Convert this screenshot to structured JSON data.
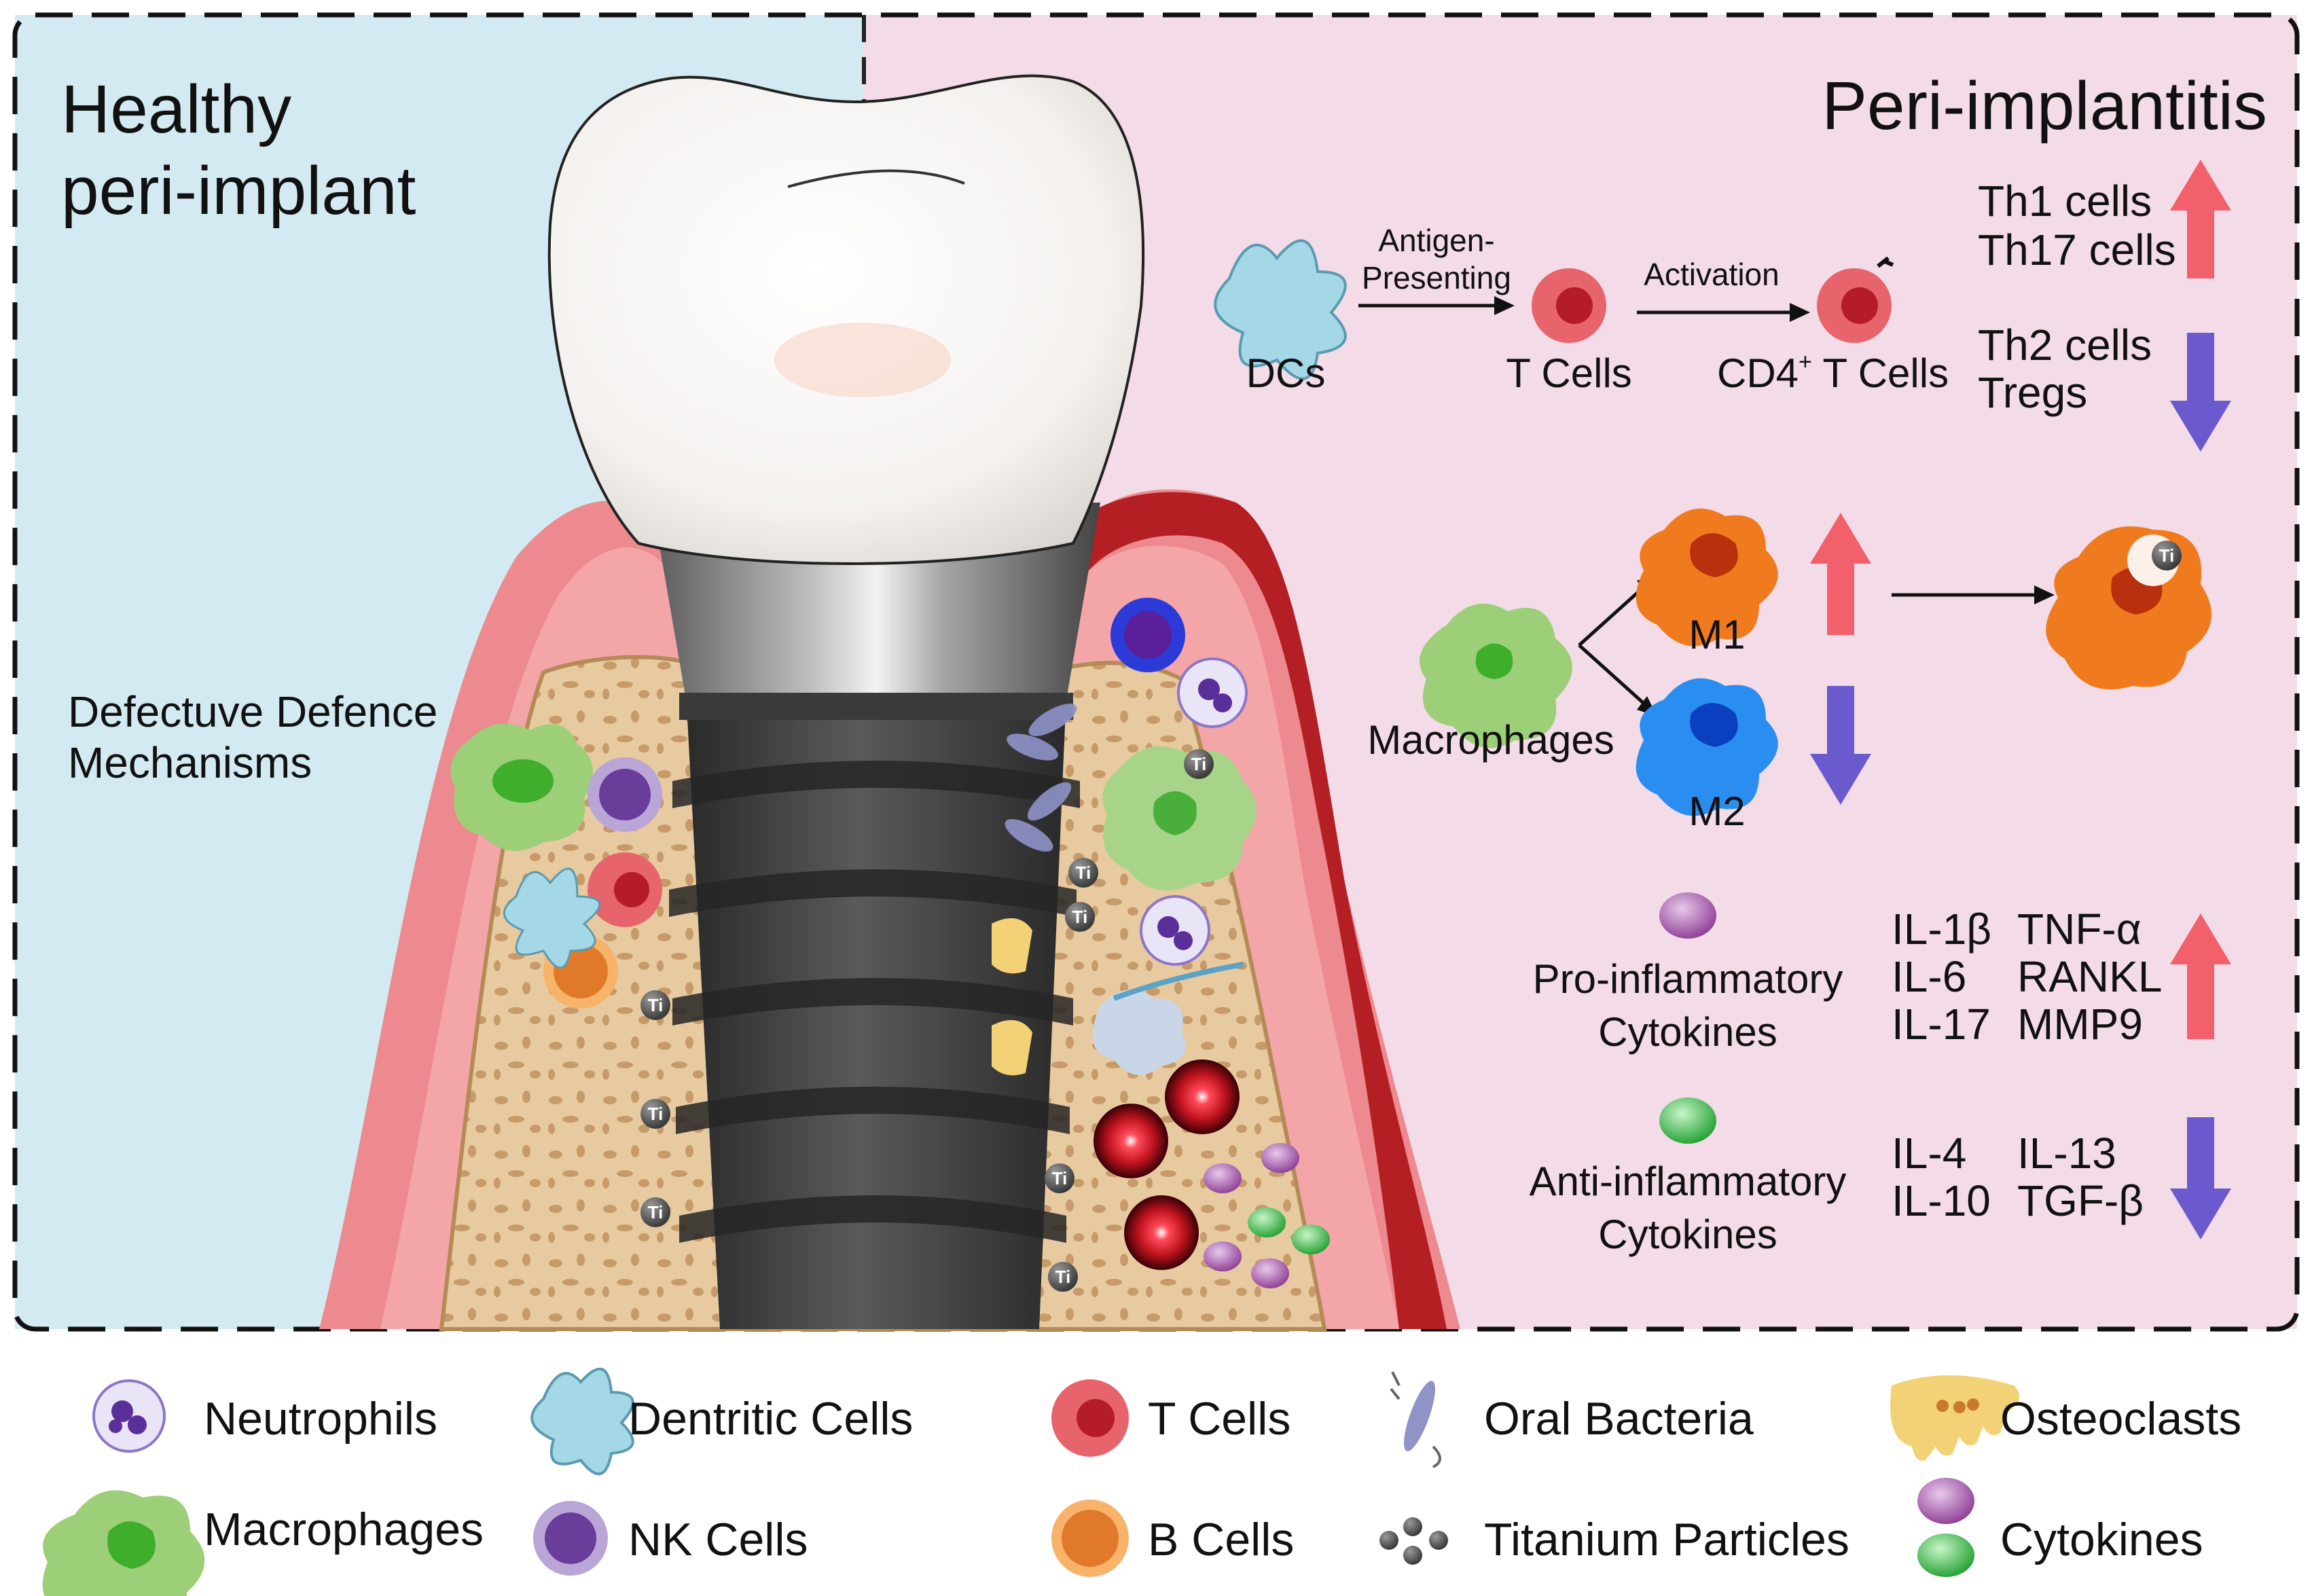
{
  "panels": {
    "healthy_title": [
      "Healthy",
      "peri-implant"
    ],
    "disease_title": "Peri-implantitis",
    "defence_note": [
      "Defectuve Defence",
      "Mechanisms"
    ]
  },
  "pathway": {
    "dcs": "DCs",
    "antigen_presenting": [
      "Antigen-",
      "Presenting"
    ],
    "t_cells": "T Cells",
    "activation": "Activation",
    "cd4": "CD4",
    "cd4_sup": "+",
    "cd4_tail": " T Cells",
    "th_up": [
      "Th1 cells",
      "Th17 cells"
    ],
    "th_down": [
      "Th2 cells",
      "Tregs"
    ],
    "macrophages": "Macrophages",
    "m1": "M1",
    "m2": "M2",
    "ti": "Ti"
  },
  "cytokines": {
    "pro_label": [
      "Pro-inflammatory",
      "Cytokines"
    ],
    "pro_list": [
      [
        "IL-1β",
        "TNF-α"
      ],
      [
        "IL-6",
        "RANKL"
      ],
      [
        "IL-17",
        "MMP9"
      ]
    ],
    "anti_label": [
      "Anti-inflammatory",
      "Cytokines"
    ],
    "anti_list": [
      [
        "IL-4",
        "IL-13"
      ],
      [
        "IL-10",
        "TGF-β"
      ]
    ]
  },
  "legend": [
    {
      "icon": "neutrophil-icon",
      "label": "Neutrophils"
    },
    {
      "icon": "dendritic-cell-icon",
      "label": "Dentritic Cells"
    },
    {
      "icon": "t-cell-icon",
      "label": "T Cells"
    },
    {
      "icon": "oral-bacteria-icon",
      "label": "Oral Bacteria"
    },
    {
      "icon": "osteoclast-icon",
      "label": "Osteoclasts"
    },
    {
      "icon": "macrophage-icon",
      "label": "Macrophages"
    },
    {
      "icon": "nk-cell-icon",
      "label": "NK Cells"
    },
    {
      "icon": "b-cell-icon",
      "label": "B Cells"
    },
    {
      "icon": "titanium-particles-icon",
      "label": "Titanium Particles"
    },
    {
      "icon": "cytokines-icon",
      "label": "Cytokines"
    }
  ],
  "colors": {
    "healthy_bg": "#d4eaf2",
    "disease_bg": "#f3dbe8",
    "up_arrow": "#f2606c",
    "down_arrow": "#6a5acd",
    "gum": "#ec8a8f",
    "inflamed_gum": "#b31f22",
    "bone": "#e7ca9f",
    "implant": "#3c3c3c",
    "macrophage": "#9ccf78",
    "m1": "#f07a1e",
    "m2": "#2a8ef0"
  }
}
